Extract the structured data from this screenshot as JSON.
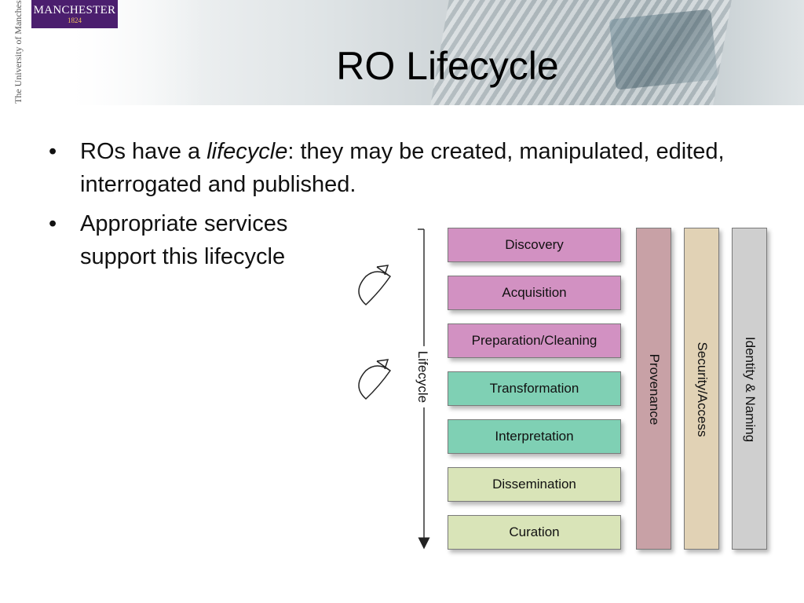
{
  "header": {
    "logo_text": "MANCHESTER",
    "logo_year": "1824",
    "vertical_wordmark": "The University of Manchester"
  },
  "title": "RO Lifecycle",
  "bullets": [
    {
      "marker": "•",
      "text_before": "ROs have a ",
      "text_emphasis": "lifecycle",
      "text_after": ": they may be created, manipulated, edited, interrogated and published."
    },
    {
      "marker": "•",
      "text": "Appropriate services support this lifecycle"
    }
  ],
  "diagram": {
    "axis_label": "Lifecycle",
    "stages": [
      {
        "label": "Discovery",
        "color": "#d291c2"
      },
      {
        "label": "Acquisition",
        "color": "#d291c2"
      },
      {
        "label": "Preparation/Cleaning",
        "color": "#d291c2"
      },
      {
        "label": "Transformation",
        "color": "#7fd0b4"
      },
      {
        "label": "Interpretation",
        "color": "#7fd0b4"
      },
      {
        "label": "Dissemination",
        "color": "#d9e4b8"
      },
      {
        "label": "Curation",
        "color": "#d9e4b8"
      }
    ],
    "columns": [
      {
        "label": "Provenance",
        "color": "#c8a1a6"
      },
      {
        "label": "Security/Access",
        "color": "#e1d2b5"
      },
      {
        "label": "Identity & Naming",
        "color": "#cfcfcf"
      }
    ]
  }
}
